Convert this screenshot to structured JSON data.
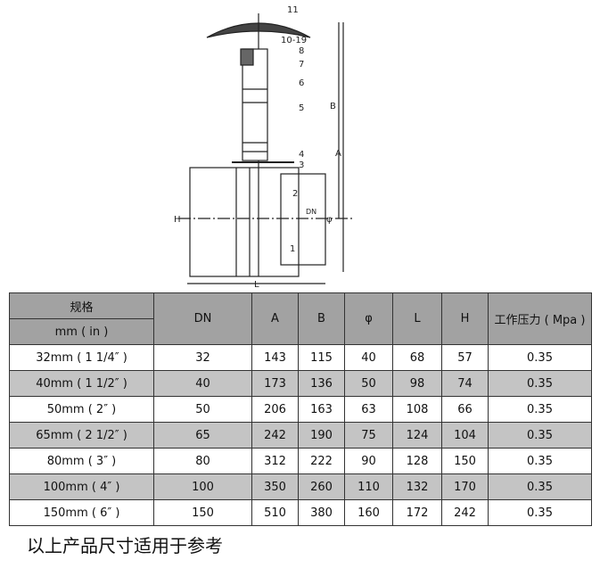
{
  "drawing": {
    "part_labels": [
      "11",
      "10-19",
      "8",
      "7",
      "6",
      "5",
      "4",
      "3",
      "2",
      "1"
    ],
    "dimension_labels": [
      "B",
      "A",
      "H",
      "L",
      "DN",
      "φ"
    ]
  },
  "table": {
    "header": {
      "spec_top": "规格",
      "spec_bottom": "mm ( in )",
      "columns": [
        "DN",
        "A",
        "B",
        "φ",
        "L",
        "H",
        "工作压力 ( Mpa )"
      ]
    },
    "rows": [
      {
        "spec": "32mm ( 1 1/4″ )",
        "cells": [
          "32",
          "143",
          "115",
          "40",
          "68",
          "57",
          "0.35"
        ]
      },
      {
        "spec": "40mm ( 1 1/2″ )",
        "cells": [
          "40",
          "173",
          "136",
          "50",
          "98",
          "74",
          "0.35"
        ]
      },
      {
        "spec": "50mm ( 2″ )",
        "cells": [
          "50",
          "206",
          "163",
          "63",
          "108",
          "66",
          "0.35"
        ]
      },
      {
        "spec": "65mm ( 2 1/2″ )",
        "cells": [
          "65",
          "242",
          "190",
          "75",
          "124",
          "104",
          "0.35"
        ]
      },
      {
        "spec": "80mm ( 3″ )",
        "cells": [
          "80",
          "312",
          "222",
          "90",
          "128",
          "150",
          "0.35"
        ]
      },
      {
        "spec": "100mm ( 4″ )",
        "cells": [
          "100",
          "350",
          "260",
          "110",
          "132",
          "170",
          "0.35"
        ]
      },
      {
        "spec": "150mm ( 6″ )",
        "cells": [
          "150",
          "510",
          "380",
          "160",
          "172",
          "242",
          "0.35"
        ]
      }
    ]
  },
  "caption": "以上产品尺寸适用于参考"
}
